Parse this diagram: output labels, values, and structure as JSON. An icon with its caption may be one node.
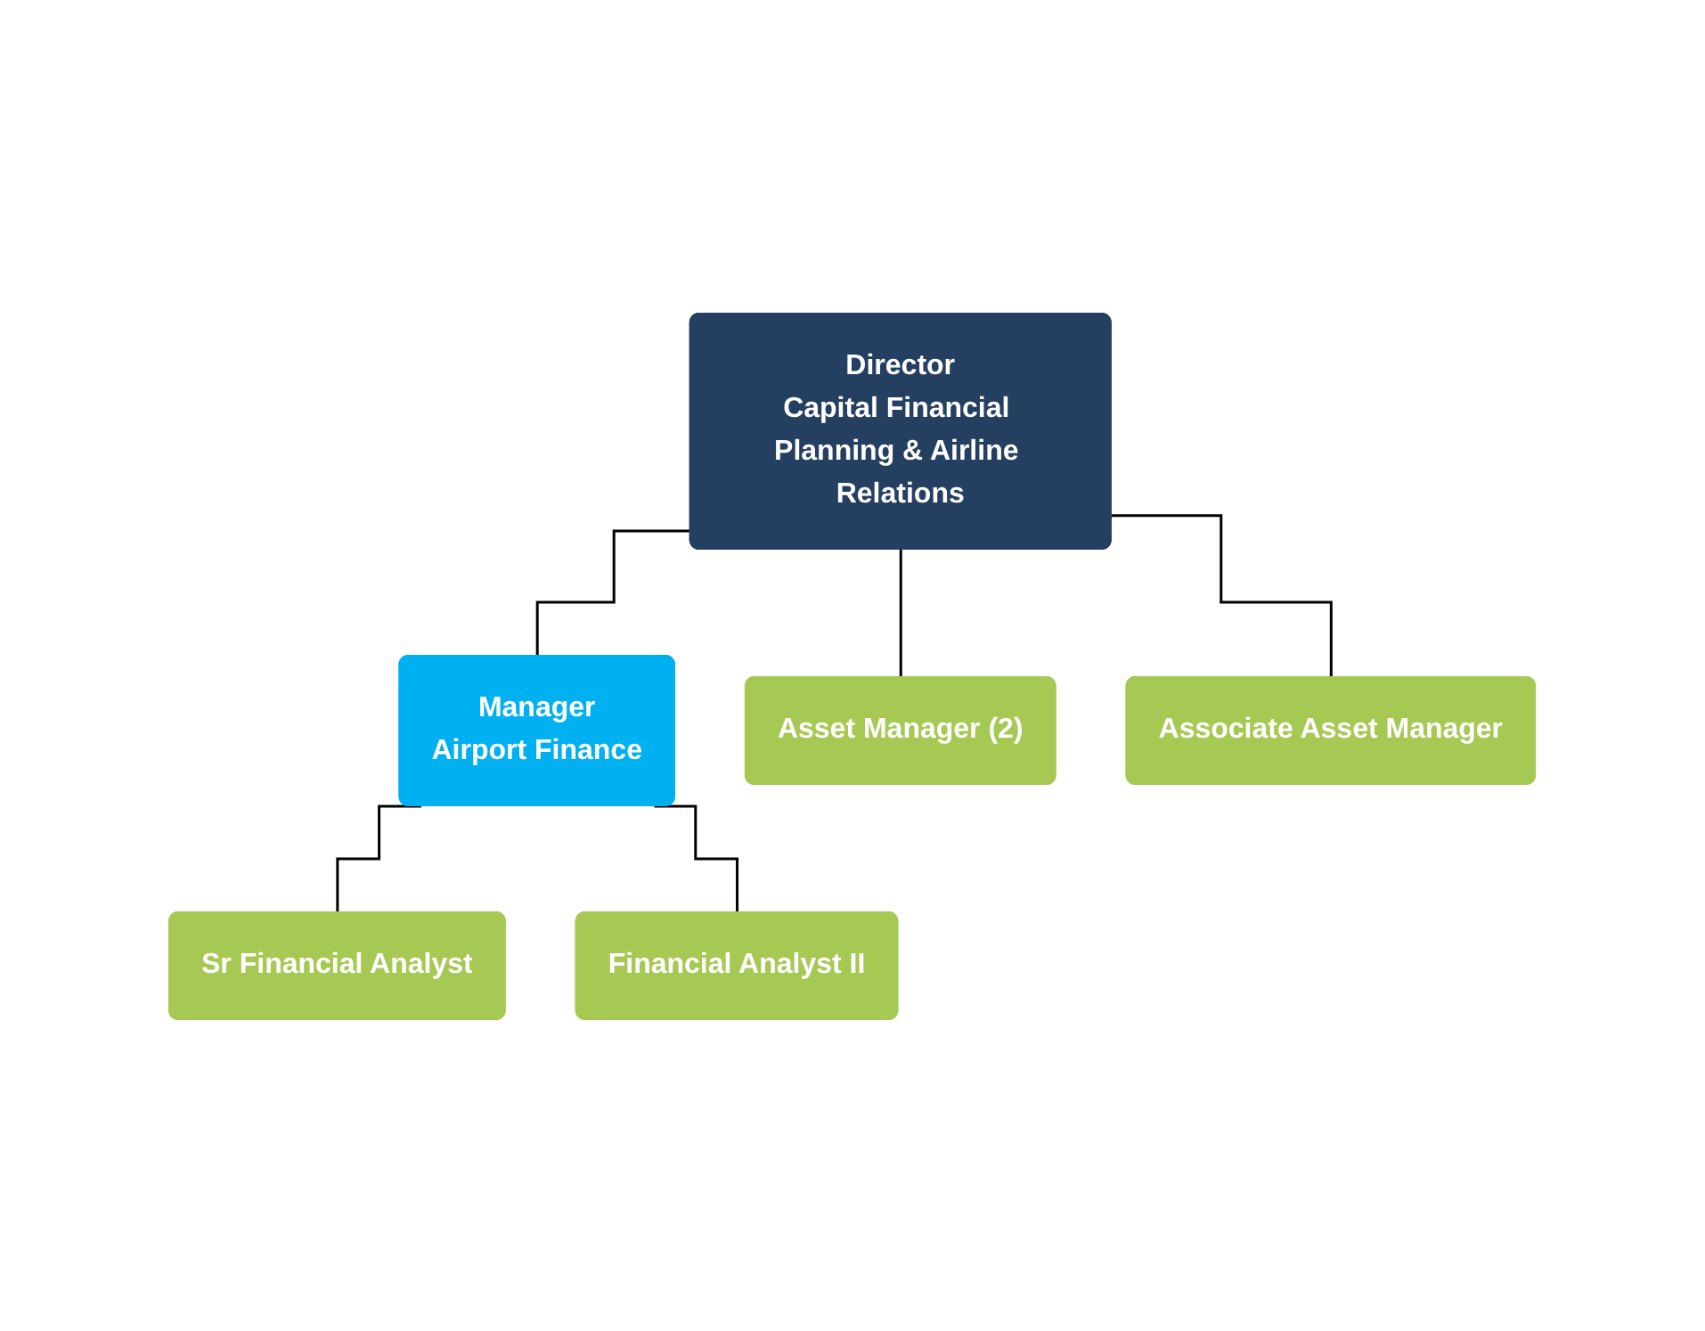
{
  "diagram": {
    "nodes": [
      {
        "text": [
          "Director",
          "Capital Financial Planning & Airline Relations"
        ]
      },
      {
        "text": [
          "Manager",
          "Airport Finance"
        ]
      },
      {
        "text": [
          "Asset Manager (2)"
        ]
      },
      {
        "text": [
          "Associate Asset Manager"
        ]
      },
      {
        "text": [
          "Sr Financial Analyst"
        ]
      },
      {
        "text": [
          "Financial Analyst II"
        ]
      }
    ],
    "edges": [
      {
        "from": 0,
        "to": 1,
        "arrow": "none"
      },
      {
        "from": 0,
        "to": 2,
        "arrow": "none"
      },
      {
        "from": 0,
        "to": 3,
        "arrow": "none"
      },
      {
        "from": 1,
        "to": 4,
        "arrow": "none"
      },
      {
        "from": 1,
        "to": 5,
        "arrow": "none"
      }
    ]
  }
}
